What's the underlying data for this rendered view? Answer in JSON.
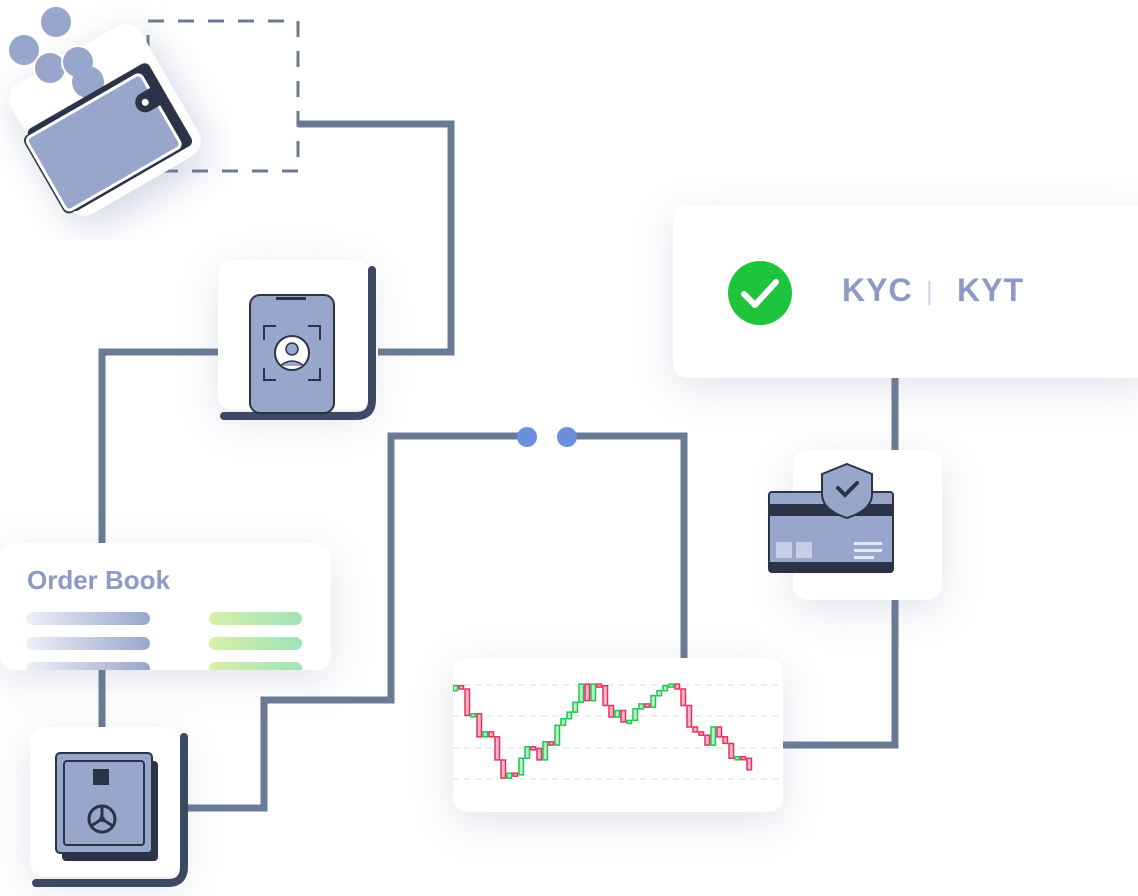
{
  "kyc_card": {
    "left_label": "KYC",
    "separator": "|",
    "right_label": "KYT"
  },
  "order_book": {
    "title": "Order Book"
  },
  "colors": {
    "line": "#6b7a94",
    "accent": "#99a6cc",
    "dark": "#2b3447",
    "check_green": "#1ec43c",
    "up": "#22c553",
    "down": "#e83060",
    "dot": "#6b8fdc"
  },
  "chart_data": {
    "type": "candlestick",
    "title": "",
    "closes": [
      92,
      90,
      74,
      75,
      61,
      64,
      61,
      47,
      36,
      39,
      38,
      48,
      55,
      54,
      47,
      58,
      56,
      68,
      72,
      76,
      82,
      93,
      83,
      93,
      92,
      80,
      73,
      77,
      70,
      71,
      78,
      81,
      79,
      86,
      89,
      92,
      93,
      90,
      80,
      67,
      64,
      62,
      56,
      67,
      61,
      57,
      48,
      49,
      48,
      41
    ]
  }
}
